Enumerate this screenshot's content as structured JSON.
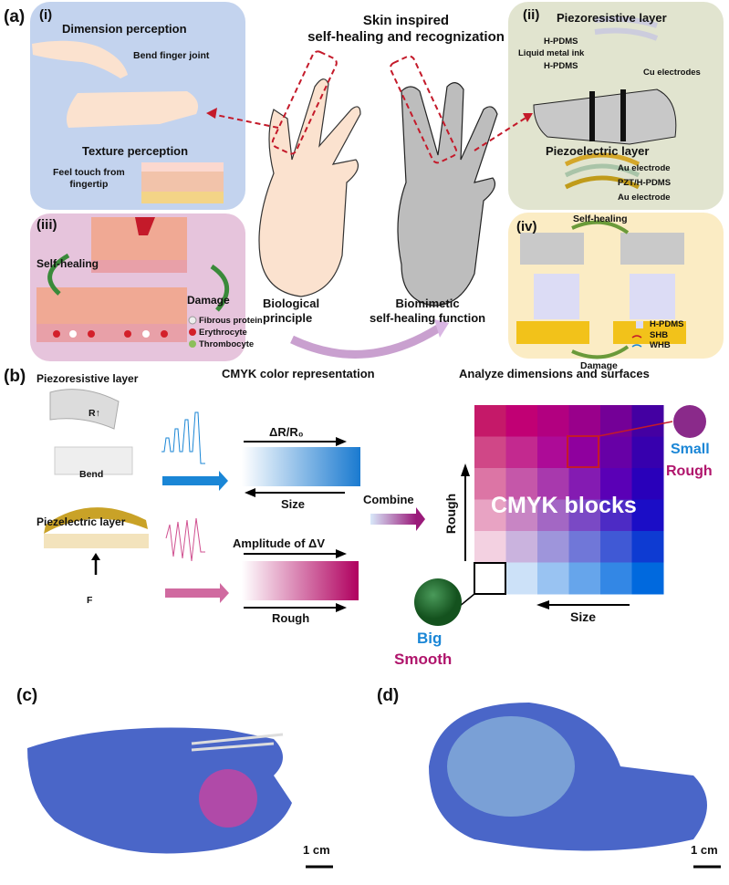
{
  "panel_a": {
    "label": "(a)",
    "title_line1": "Skin inspired",
    "title_line2": "self-healing and recognization",
    "biological": "Biological\nprinciple",
    "biomimetic": "Biomimetic\nself-healing function",
    "sub_i": {
      "label": "(i)",
      "dimension": "Dimension perception",
      "bend": "Bend finger joint",
      "texture": "Texture perception",
      "feel": "Feel touch from\nfingertip"
    },
    "sub_ii": {
      "label": "(ii)",
      "piezoresistive": "Piezoresistive layer",
      "hpdms_top": "H-PDMS",
      "liquid_metal": "Liquid metal ink",
      "hpdms_bottom": "H-PDMS",
      "cu": "Cu electrodes",
      "piezoelectric": "Piezoelectric layer",
      "au_top": "Au electrode",
      "pzt": "PZT/H-PDMS",
      "au_bottom": "Au electrode"
    },
    "sub_iii": {
      "label": "(iii)",
      "self_healing": "Self-healing",
      "damage": "Damage",
      "legend": [
        "Fibrous protein",
        "Erythrocyte",
        "Thrombocyte"
      ]
    },
    "sub_iv": {
      "label": "(iv)",
      "self_healing": "Self-healing",
      "damage": "Damage",
      "legend": [
        "H-PDMS",
        "SHB",
        "WHB"
      ]
    }
  },
  "panel_b": {
    "label": "(b)",
    "piezoresistive": "Piezoresistive layer",
    "r_up": "R↑",
    "bend": "Bend",
    "piezoelectric": "Piezelectric layer",
    "force": "F",
    "cmyk_title": "CMYK color representation",
    "delta_r": "ΔR/R₀",
    "size": "Size",
    "amplitude": "Amplitude of ΔV",
    "rough": "Rough",
    "combine": "Combine",
    "analyze_title": "Analyze dimensions and surfaces",
    "grid_label": "CMYK blocks",
    "axis_rough": "Rough",
    "axis_size": "Size",
    "small": "Small",
    "small_rough": "Rough",
    "big": "Big",
    "big_smooth": "Smooth"
  },
  "panel_c": {
    "label": "(c)",
    "scale": "1 cm"
  },
  "panel_d": {
    "label": "(d)",
    "scale": "1 cm"
  },
  "colors": {
    "blue_panel": "#c3d3ee",
    "pink_panel": "#e6c4dc",
    "green_panel": "#e1e4cf",
    "yellow_panel": "#fbecc4",
    "cyan": "#1a86d6",
    "magenta": "#b0156c",
    "glove": "#4a66c8"
  }
}
